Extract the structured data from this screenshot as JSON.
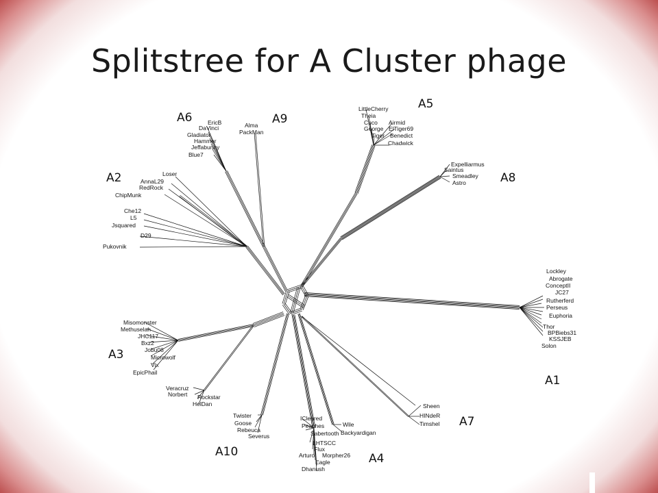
{
  "slide": {
    "title": "Splitstree for A Cluster phage"
  },
  "clusters": {
    "A1": "A1",
    "A2": "A2",
    "A3": "A3",
    "A4": "A4",
    "A5": "A5",
    "A6": "A6",
    "A7": "A7",
    "A8": "A8",
    "A9": "A9",
    "A10": "A10"
  },
  "taxa": {
    "a5": [
      "LittleCherry",
      "Theia",
      "Cuco",
      "George",
      "Tiger",
      "Airmid",
      "ElTiger69",
      "Benedict",
      "Chadwick"
    ],
    "a8": [
      "Expelliarmus",
      "Saintus",
      "Smeadley",
      "Astro"
    ],
    "a9": [
      "Alma",
      "PackMan"
    ],
    "a6": [
      "EricB",
      "DaVinci",
      "Gladiator",
      "Hammer",
      "Jeffabunny",
      "Blue7"
    ],
    "a2": [
      "Loser",
      "AnnaL29",
      "RedRock",
      "ChipMunk",
      "Che12",
      "L5",
      "Jsquared",
      "D29",
      "Pukovnik"
    ],
    "a1": [
      "Lockley",
      "Abrogate",
      "ConceptII",
      "JC27",
      "Rutherferd",
      "Perseus",
      "Euphoria",
      "Thor",
      "BPBiebs31",
      "KSSJEB",
      "Solon"
    ],
    "a3": [
      "Misomonster",
      "Methuselah",
      "JHC117",
      "Bxz2",
      "Jobu08",
      "Microwolf",
      "Vix",
      "EpicPhail"
    ],
    "a3b": [
      "Veracruz",
      "Norbert",
      "Rockstar",
      "HelDan"
    ],
    "a10": [
      "Twister",
      "Goose",
      "Rebeuca",
      "Severus"
    ],
    "a4": [
      "ICleared",
      "Peaches",
      "Sabertooth",
      "LHTSCC",
      "Flux",
      "Arturo",
      "Morpher26",
      "Eagle",
      "Dhanush",
      "Wile",
      "Backyardigan"
    ],
    "a7": [
      "Sheen",
      "HINdeR",
      "Timshel"
    ]
  },
  "colors": {
    "line": "#111111",
    "border": "#8c1414"
  }
}
